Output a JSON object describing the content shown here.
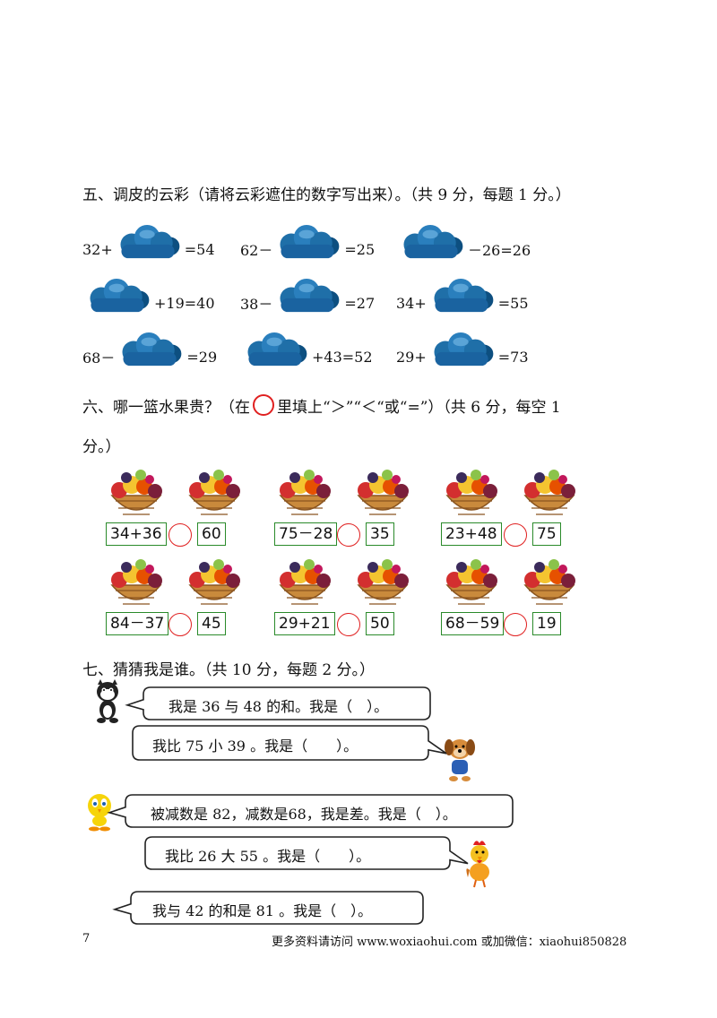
{
  "section5": {
    "title": "五、调皮的云彩（请将云彩遮住的数字写出来）。（共 9 分，每题 1 分。）",
    "rows": [
      [
        {
          "pre": "32+",
          "post": "=54"
        },
        {
          "pre": "62－",
          "post": "=25"
        },
        {
          "pre": "",
          "post": "－26=26"
        }
      ],
      [
        {
          "pre": "",
          "post": "+19=40"
        },
        {
          "pre": "38－",
          "post": "=27"
        },
        {
          "pre": "34+",
          "post": "=55"
        }
      ],
      [
        {
          "pre": "68－",
          "post": "=29"
        },
        {
          "pre": "",
          "post": "+43=52"
        },
        {
          "pre": "29+",
          "post": "=73"
        }
      ]
    ]
  },
  "section6": {
    "title_a": "六、哪一篮水果贵？（在",
    "title_b": "里填上“＞”“＜“或“=”）（共 6 分，每空 1",
    "title_c": "分。）",
    "items": [
      {
        "left": "34+36",
        "right": "60"
      },
      {
        "left": "75－28",
        "right": "35"
      },
      {
        "left": "23+48",
        "right": "75"
      },
      {
        "left": "84－37",
        "right": "45"
      },
      {
        "left": "29+21",
        "right": "50"
      },
      {
        "left": "68－59",
        "right": "19"
      }
    ]
  },
  "section7": {
    "title": "七、猜猜我是谁。（共 10 分，每题 2 分。）",
    "bubbles": [
      "我是 36 与 48 的和。我是（　）。",
      "我比 75 小 39 。我是（　　）。",
      "被减数是 82，减数是68，我是差。我是（　）。",
      "我比 26 大 55 。我是（　　）。",
      "我与 42 的和是 81 。我是（　）。"
    ]
  },
  "footer": {
    "page_number": "7",
    "text": "更多资料请访问  www.woxiaohui.com    或加微信：xiaohui850828"
  },
  "colors": {
    "cloud": "#1f6fa8",
    "box_border": "#2a8a2a",
    "circle": "#e02020"
  },
  "icons": [
    "cloud-icon",
    "fruit-basket-icon",
    "cat-icon",
    "puppy-icon",
    "bird-icon",
    "rooster-icon"
  ]
}
